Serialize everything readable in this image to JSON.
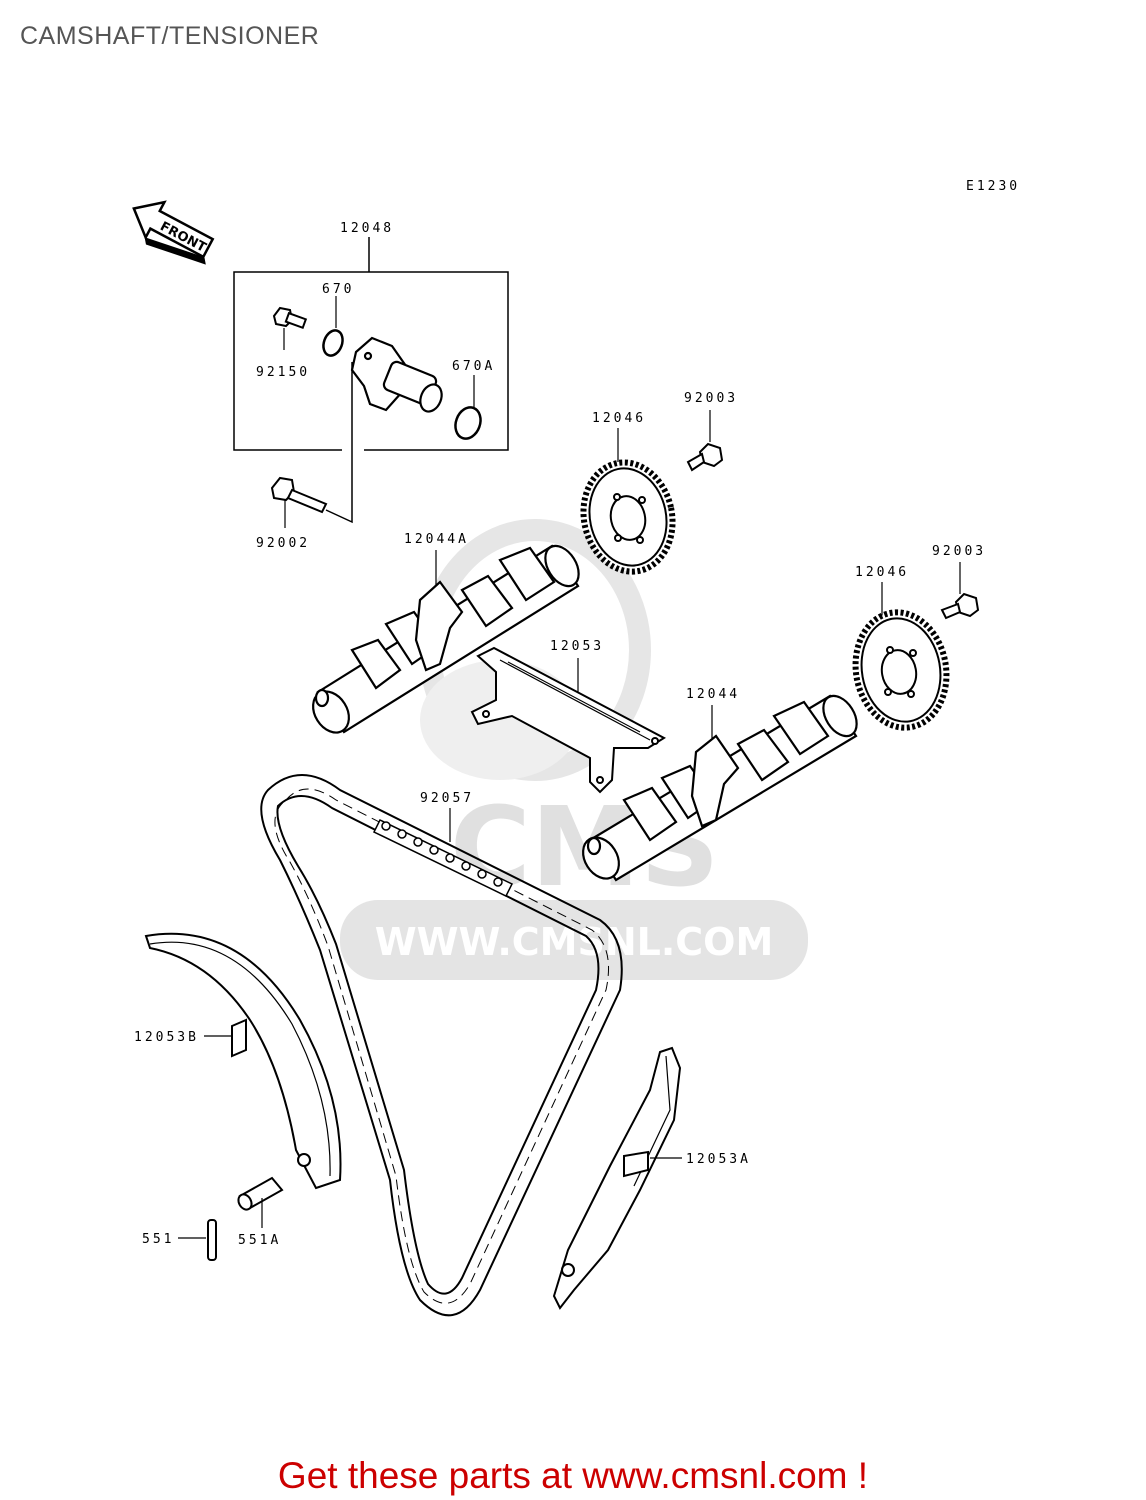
{
  "header": {
    "title": "CAMSHAFT/TENSIONER"
  },
  "diagram": {
    "code": "E1230",
    "front_label": "FRONT",
    "watermark": {
      "brand": "CMS",
      "url": "WWW.CMSNL.COM"
    },
    "parts": {
      "p12048": "12048",
      "p670": "670",
      "p670a": "670A",
      "p92150": "92150",
      "p92002": "92002",
      "p12046_top": "12046",
      "p92003_top": "92003",
      "p12044a": "12044A",
      "p12046_right": "12046",
      "p92003_right": "92003",
      "p12053": "12053",
      "p12044": "12044",
      "p92057": "92057",
      "p12053b": "12053B",
      "p12053a": "12053A",
      "p551": "551",
      "p551a": "551A"
    }
  },
  "footer": {
    "link_text": "Get these parts at www.cmsnl.com !"
  },
  "colors": {
    "title": "#555555",
    "footer": "#cc0000",
    "watermark": "#e4e4e4"
  }
}
